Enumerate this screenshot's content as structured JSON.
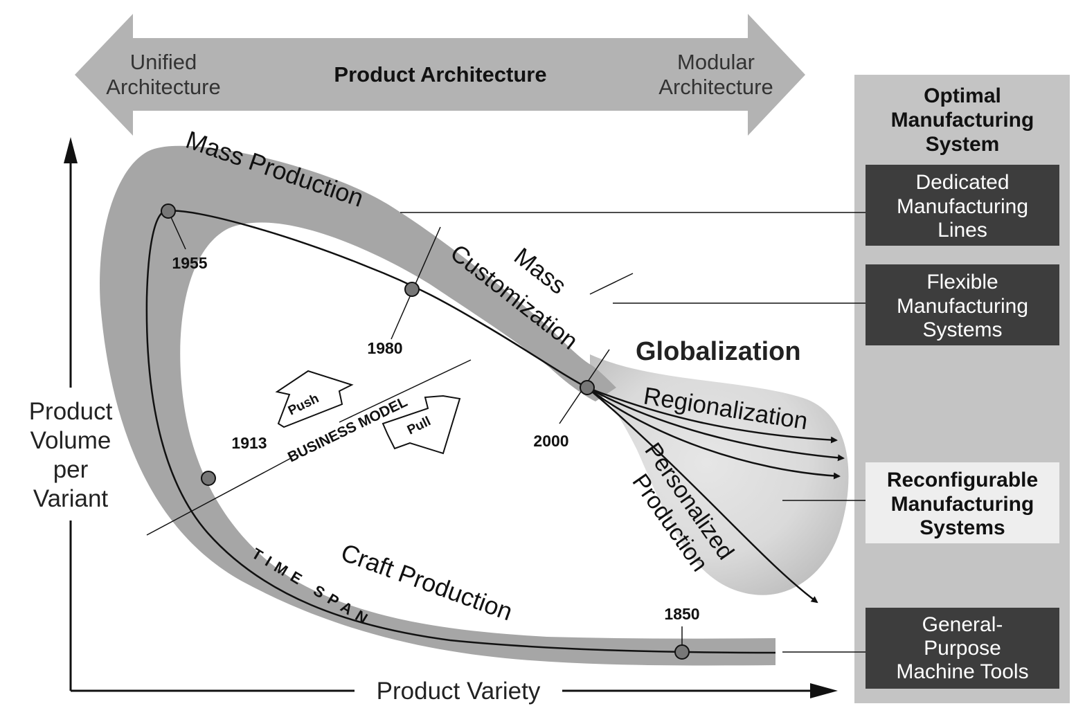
{
  "product_architecture": {
    "title": "Product Architecture",
    "left_line1": "Unified",
    "left_line2": "Architecture",
    "right_line1": "Modular",
    "right_line2": "Architecture"
  },
  "axes": {
    "y_line1": "Product",
    "y_line2": "Volume",
    "y_line3": "per",
    "y_line4": "Variant",
    "x_label": "Product Variety"
  },
  "paradigms": {
    "mass_production": "Mass Production",
    "mass_customization_line1": "Mass",
    "mass_customization_line2": "Customization",
    "globalization": "Globalization",
    "regionalization": "Regionalization",
    "personalized_line1": "Personalized",
    "personalized_line2": "Production",
    "craft_production": "Craft Production",
    "time_span": "TIME SPAN"
  },
  "years": {
    "y1955": "1955",
    "y1980": "1980",
    "y1913": "1913",
    "y2000": "2000",
    "y1850": "1850"
  },
  "business_model": {
    "label": "BUSINESS MODEL",
    "push": "Push",
    "pull": "Pull"
  },
  "manufacturing_systems": {
    "header_line1": "Optimal",
    "header_line2": "Manufacturing",
    "header_line3": "System",
    "dedicated": [
      "Dedicated",
      "Manufacturing",
      "Lines"
    ],
    "flexible": [
      "Flexible",
      "Manufacturing",
      "Systems"
    ],
    "reconfigurable": [
      "Reconfigurable",
      "Manufacturing",
      "Systems"
    ],
    "general_purpose": [
      "General-",
      "Purpose",
      "Machine Tools"
    ]
  },
  "colors": {
    "band": "#a6a6a6",
    "arrow": "#b3b3b3",
    "panel": "#c4c4c4",
    "dark_box": "#3d3d3d",
    "light_box": "#eeeeee",
    "ink": "#111111"
  }
}
